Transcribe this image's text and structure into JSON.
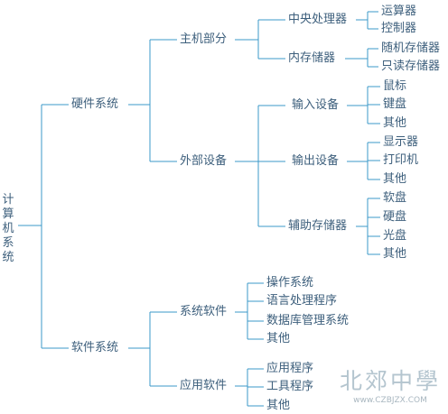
{
  "root": "计算机系统",
  "hardware": {
    "label": "硬件系统",
    "host": {
      "label": "主机部分",
      "cpu": {
        "label": "中央处理器",
        "children": [
          "运算器",
          "控制器"
        ]
      },
      "memory": {
        "label": "内存储器",
        "children": [
          "随机存储器",
          "只读存储器"
        ]
      }
    },
    "peripheral": {
      "label": "外部设备",
      "input": {
        "label": "输入设备",
        "children": [
          "鼠标",
          "键盘",
          "其他"
        ]
      },
      "output": {
        "label": "输出设备",
        "children": [
          "显示器",
          "打印机",
          "其他"
        ]
      },
      "storage": {
        "label": "辅助存储器",
        "children": [
          "软盘",
          "硬盘",
          "光盘",
          "其他"
        ]
      }
    }
  },
  "software": {
    "label": "软件系统",
    "system": {
      "label": "系统软件",
      "children": [
        "操作系统",
        "语言处理程序",
        "数据库管理系统",
        "其他"
      ]
    },
    "application": {
      "label": "应用软件",
      "children": [
        "应用程序",
        "工具程序",
        "其他"
      ]
    }
  },
  "watermark": {
    "text": "北郊中學",
    "url": "www.CZBJZX.COM"
  },
  "colors": {
    "line": "#3b98c8",
    "text": "#3d5f7c",
    "watermark": "#b4c5cf"
  }
}
